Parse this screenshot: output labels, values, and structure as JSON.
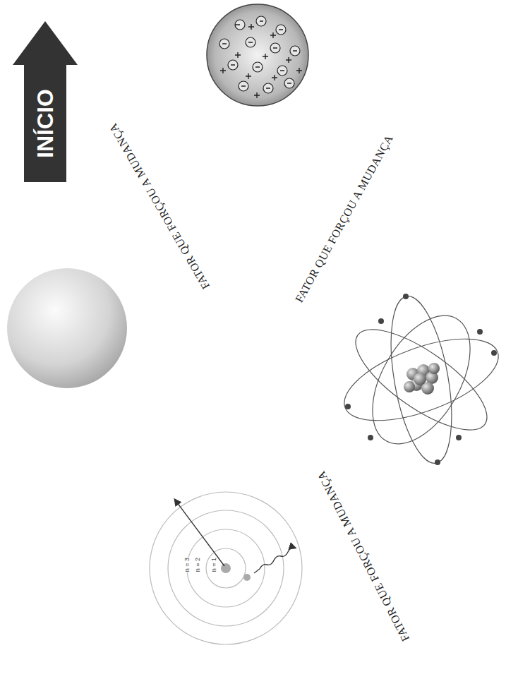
{
  "diagram": {
    "nodes": [
      {
        "text": [
          "INÍCIO"
        ]
      }
    ],
    "labels": [
      "FATOR QUE FORÇOU A MUDANÇA",
      "FATOR QUE FORÇOU A MUDANÇA",
      "FATOR QUE FORÇOU A MUDANÇA",
      "n = 3",
      "n = 2",
      "n = 1"
    ]
  }
}
